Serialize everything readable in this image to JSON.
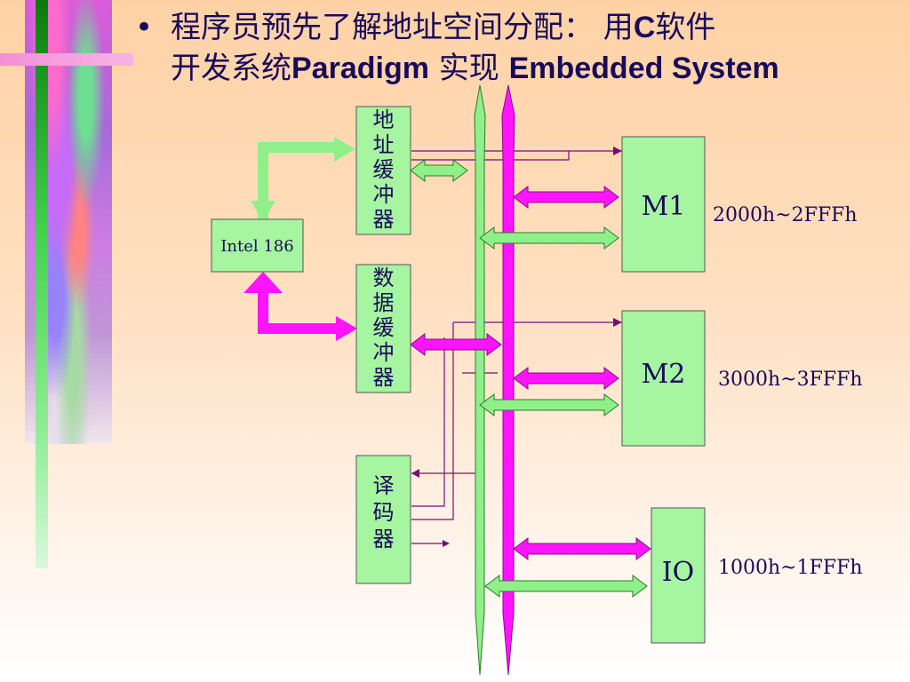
{
  "title": {
    "bullet": "•",
    "line1_text": "程序员预先了解地址空间分配： 用",
    "line1_bold": "C",
    "line1_tail": "软件",
    "line2_text": "开发系统",
    "line2_bold1": "Paradigm",
    "line2_mid": " 实现 ",
    "line2_bold2": "Embedded System"
  },
  "diagram": {
    "cpu_label": "Intel 186",
    "addr_buffer_chars": [
      "地",
      "址",
      "缓",
      "冲",
      "器"
    ],
    "data_buffer_chars": [
      "数",
      "据",
      "缓",
      "冲",
      "器"
    ],
    "decoder_chars": [
      "译",
      "码",
      "器"
    ],
    "devices": [
      {
        "label": "M1",
        "range": "2000h~2FFFh"
      },
      {
        "label": "M2",
        "range": "3000h~3FFFh"
      },
      {
        "label": "IO",
        "range": "1000h~1FFFh"
      }
    ]
  },
  "colors": {
    "box_fill": "#a6f5a0",
    "green_arrow": "#8ff08a",
    "magenta_arrow": "#ff14ff",
    "thin_line": "#7a0a7a",
    "text": "#1a0a5a"
  }
}
